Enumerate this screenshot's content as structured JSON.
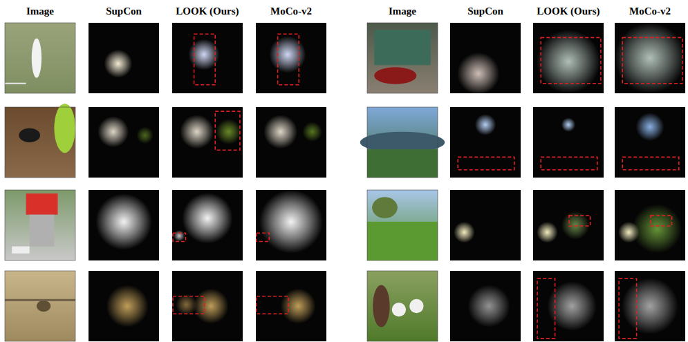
{
  "diagram": {
    "labels": [
      "Image",
      "SupCon",
      "LOOK (Ours)",
      "MoCo-v2",
      "Image",
      "SupCon",
      "LOOK (Ours)",
      "MoCo-v2"
    ]
  }
}
